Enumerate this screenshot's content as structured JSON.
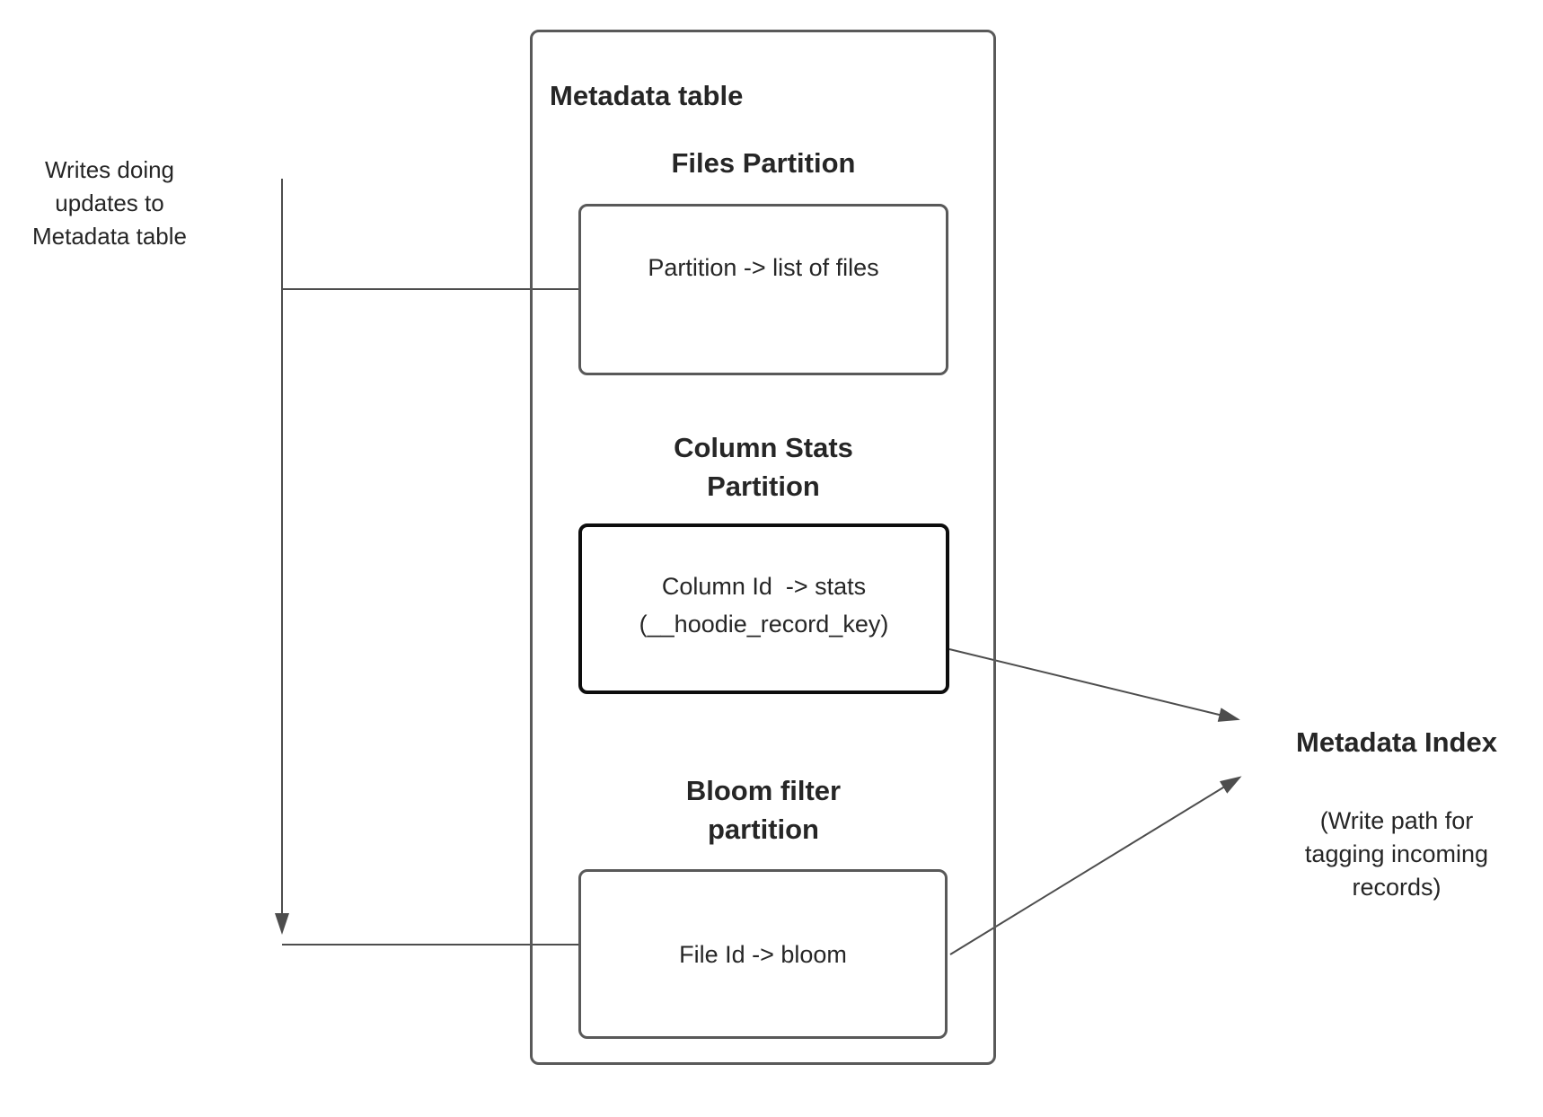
{
  "diagram": {
    "writes_label": {
      "lines": [
        "Writes doing",
        "updates to",
        "Metadata table"
      ]
    },
    "metadata_table": {
      "title": "Metadata table",
      "files_partition": {
        "heading": "Files Partition",
        "mapping": "Partition -> list of files"
      },
      "column_stats_partition": {
        "heading_lines": [
          "Column Stats",
          "Partition"
        ],
        "mapping_lines": [
          "Column Id  -> stats",
          "(__hoodie_record_key)"
        ]
      },
      "bloom_filter_partition": {
        "heading_lines": [
          "Bloom filter",
          "partition"
        ],
        "mapping": "File Id -> bloom"
      }
    },
    "metadata_index": {
      "title": "Metadata Index",
      "subtitle_lines": [
        "(Write path for",
        "tagging incoming",
        "records)"
      ]
    },
    "colors": {
      "connector": "#4d4d4d",
      "box_border": "#595959",
      "emphasis_border": "#0d0d0d",
      "text": "#262626",
      "background": "#ffffff"
    }
  }
}
